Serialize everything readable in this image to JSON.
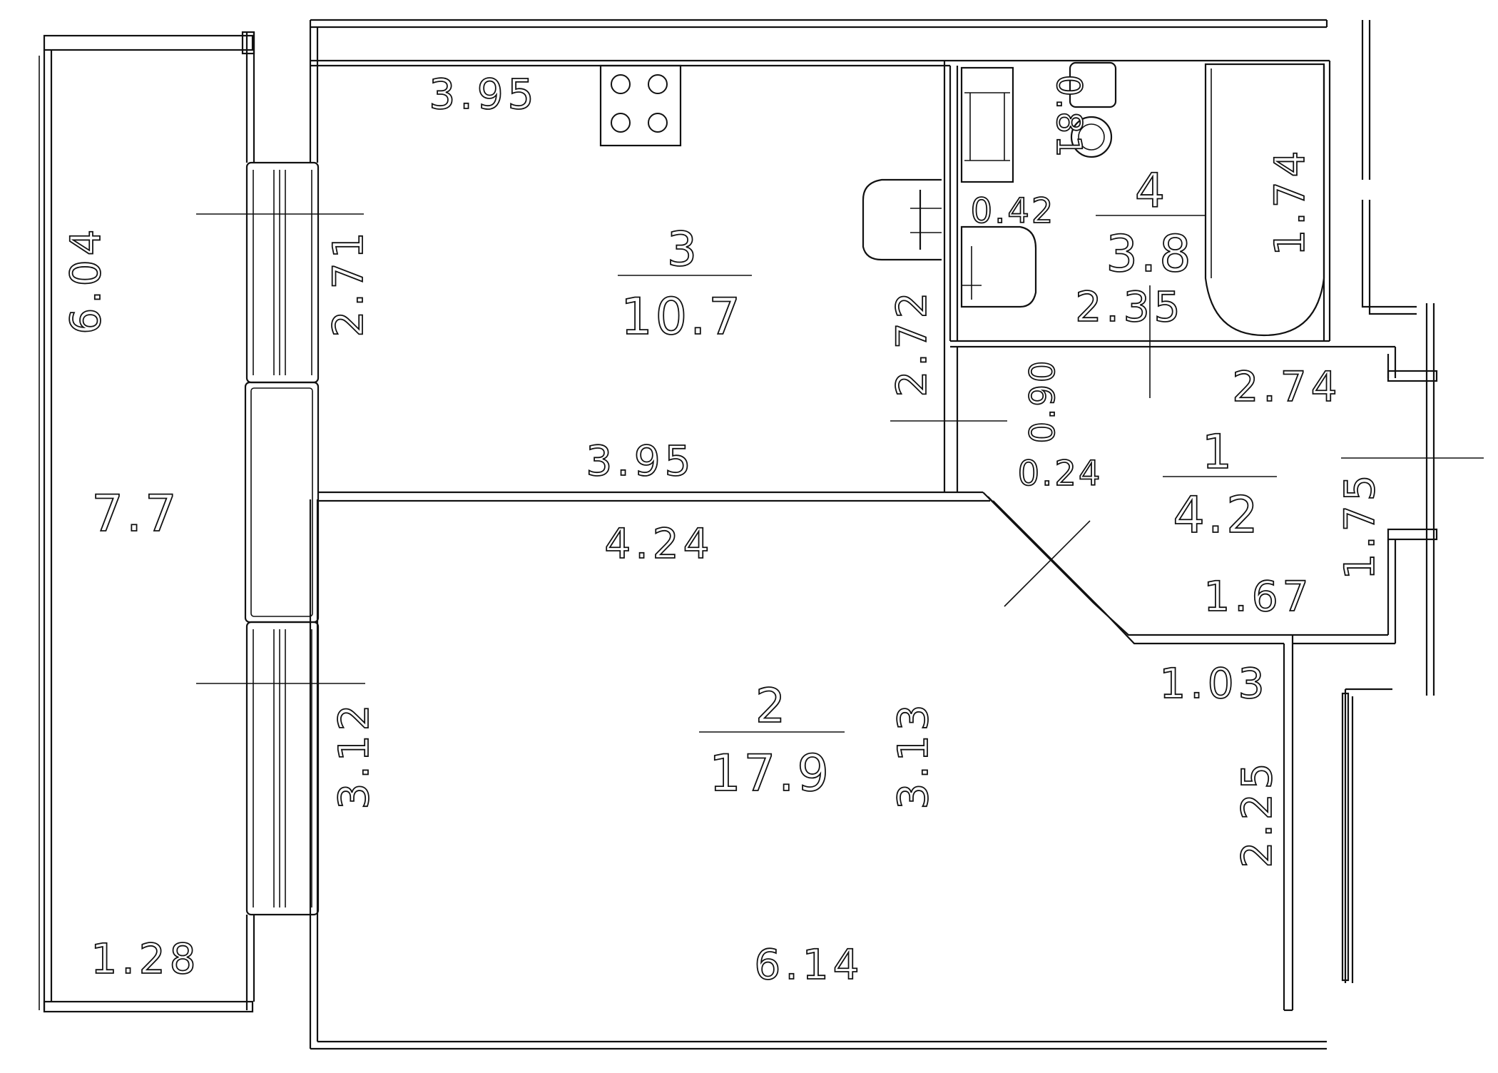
{
  "rooms": [
    {
      "id": "1",
      "number": "1",
      "area": "4.2"
    },
    {
      "id": "2",
      "number": "2",
      "area": "17.9"
    },
    {
      "id": "3",
      "number": "3",
      "area": "10.7"
    },
    {
      "id": "4",
      "number": "4",
      "area": "3.8"
    },
    {
      "id": "balcony",
      "area": "7.7"
    }
  ],
  "dimensions": {
    "kitchen_top": "3.95",
    "kitchen_bottom": "3.95",
    "kitchen_window_wall": "2.71",
    "kitchen_right_wall": "2.72",
    "bath_fixture_height": "0.81",
    "bath_gap": "0.42",
    "bath_width": "2.35",
    "bath_height": "1.74",
    "door_width": "0.90",
    "wall_offset": "0.24",
    "hall_top": "2.74",
    "hall_right": "1.75",
    "hall_bottom": "1.67",
    "hall_step": "1.03",
    "living_top": "4.24",
    "living_window_wall": "3.12",
    "living_center": "3.13",
    "living_right_wall": "2.25",
    "living_bottom": "6.14",
    "balcony_length": "6.04",
    "balcony_width": "1.28"
  }
}
